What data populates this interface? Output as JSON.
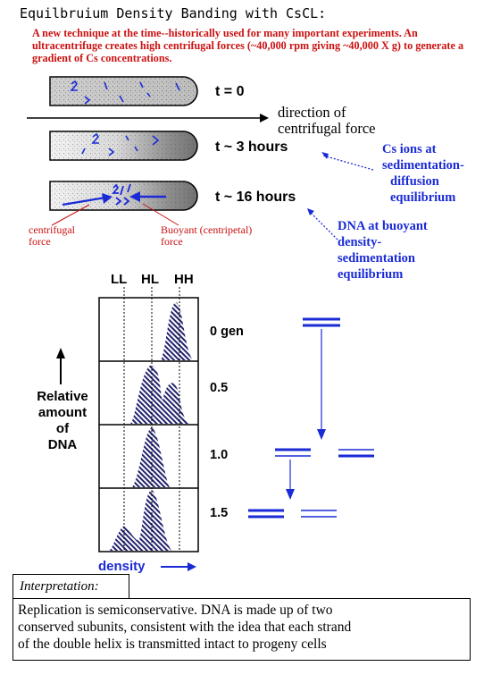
{
  "title": "Equilbruium Density Banding with CsCL:",
  "intro": "A new technique at the time--historically used for many important experiments.  An ultracentrifuge creates high centrifugal forces (~40,000 rpm giving ~40,000 X g) to generate a gradient of Cs concentrations.",
  "tubes": [
    {
      "time": "t  =  0"
    },
    {
      "time": "t ~ 3 hours"
    },
    {
      "time": "t ~ 16 hours"
    }
  ],
  "direction": {
    "line1": "direction of",
    "line2": "centrifugal force"
  },
  "cs_label": {
    "line1": "Cs ions at",
    "line2": "sedimentation-",
    "line3": "diffusion",
    "line4": "equilibrium"
  },
  "dna_label": {
    "line1": "DNA at buoyant",
    "line2": "density-",
    "line3": "sedimentation",
    "line4": "equilibrium"
  },
  "centrifugal_label": {
    "line1": "centrifugal",
    "line2": "force"
  },
  "buoyant_label": {
    "line1": "Buoyant (centripetal)",
    "line2": "force"
  },
  "columns": [
    "LL",
    "HL",
    "HH"
  ],
  "generations": [
    "0 gen",
    "0.5",
    "1.0",
    "1.5"
  ],
  "ylabel": {
    "line1": "Relative",
    "line2": "amount",
    "line3": "of",
    "line4": "DNA"
  },
  "xlabel": "density",
  "interpretation": {
    "title": "Interpretation:",
    "line1": "Replication is semiconservative.  DNA is made up of two",
    "line2": "conserved subunits, consistent with the idea that each strand",
    "line3": "of the double helix is transmitted intact to progeny cells"
  },
  "colors": {
    "intro_red": "#cc1111",
    "label_blue": "#1a2bd6",
    "band_blue": "#1a2bd6",
    "hatch_navy": "#23236e"
  }
}
